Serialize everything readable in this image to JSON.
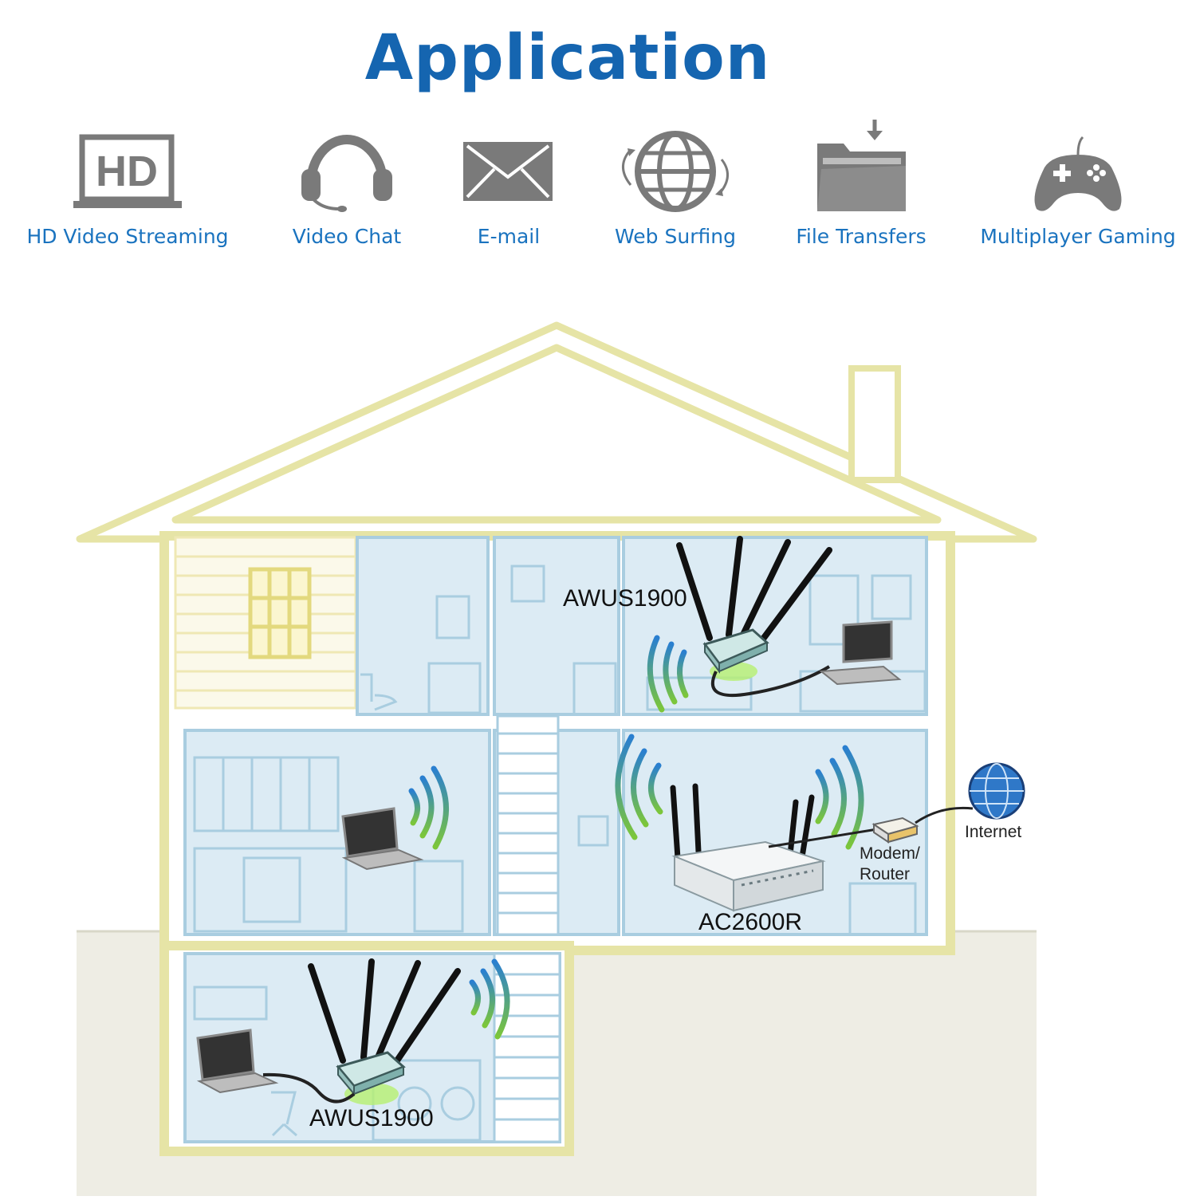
{
  "title": "Application",
  "features": [
    {
      "label": "HD Video Streaming",
      "icon": "hd-monitor-icon",
      "badge": "HD"
    },
    {
      "label": "Video Chat",
      "icon": "headset-icon"
    },
    {
      "label": "E-mail",
      "icon": "envelope-icon"
    },
    {
      "label": "Web Surfing",
      "icon": "globe-icon"
    },
    {
      "label": "File Transfers",
      "icon": "folder-download-icon"
    },
    {
      "label": "Multiplayer Gaming",
      "icon": "gamepad-icon"
    }
  ],
  "devices": {
    "adapter_top": "AWUS1900",
    "adapter_bottom": "AWUS1900",
    "router": "AC2600R",
    "modem": "Modem/\nRouter",
    "internet": "Internet"
  },
  "colors": {
    "accent": "#1565b0",
    "label": "#1a73bf",
    "icon_gray": "#7a7a7a",
    "house_outline": "#e6e4a6",
    "room_fill": "#dcebf4",
    "room_line": "#a9cde0",
    "ground": "#eeede4"
  }
}
